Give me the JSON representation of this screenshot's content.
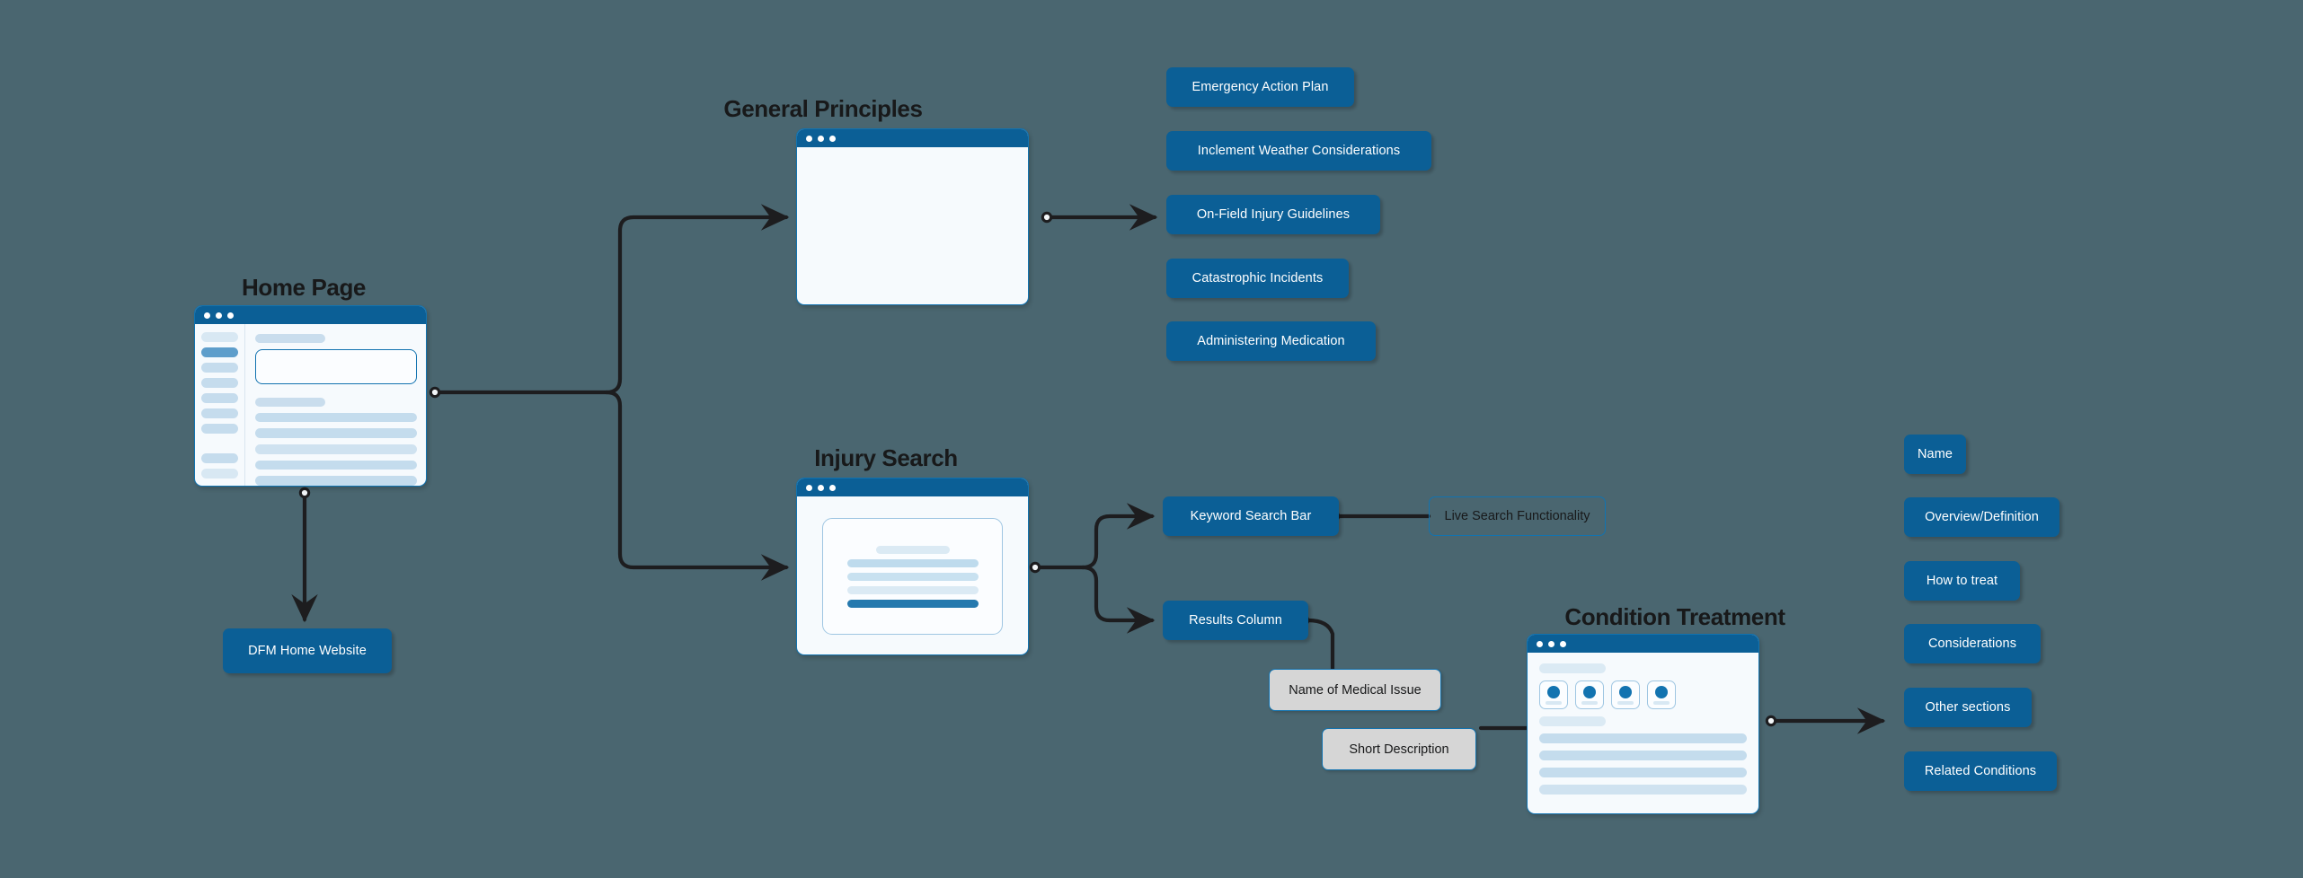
{
  "canvas": {
    "background": "#4a6670",
    "accent_blue": "#0b5f96",
    "border_blue": "#1273b0",
    "connector_color": "#1d1d1f"
  },
  "nodes": {
    "home_page": {
      "title": "Home Page",
      "type": "browser-window"
    },
    "general_principles": {
      "title": "General Principles",
      "type": "browser-window"
    },
    "injury_search": {
      "title": "Injury Search",
      "type": "browser-window"
    },
    "condition_treatment": {
      "title": "Condition Treatment",
      "type": "browser-window"
    }
  },
  "home_links": {
    "dfm_home_website": "DFM Home Website"
  },
  "general_principles_items": [
    {
      "label": "Emergency Action Plan"
    },
    {
      "label": "Inclement Weather Considerations"
    },
    {
      "label": "On-Field Injury Guidelines"
    },
    {
      "label": "Catastrophic Incidents"
    },
    {
      "label": "Administering Medication"
    }
  ],
  "injury_search_items": [
    {
      "label": "Keyword Search Bar"
    },
    {
      "label": "Results Column"
    }
  ],
  "search_detail": {
    "live_search": "Live Search Functionality",
    "result_name": "Name of Medical Issue",
    "result_description": "Short Description"
  },
  "condition_treatment_sections": [
    {
      "label": "Name"
    },
    {
      "label": "Overview/Definition"
    },
    {
      "label": "How to treat"
    },
    {
      "label": "Considerations"
    },
    {
      "label": "Other sections"
    },
    {
      "label": "Related Conditions"
    }
  ]
}
